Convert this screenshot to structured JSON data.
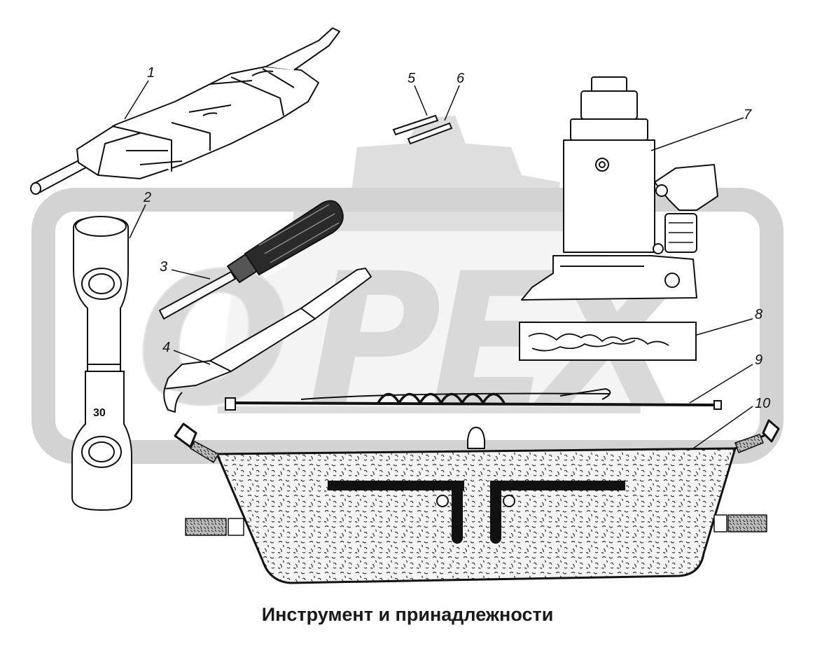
{
  "caption": "Инструмент и принадлежности",
  "watermark": {
    "text": "OPEX",
    "color": "#d6d6d6"
  },
  "stamp_30": "30",
  "callouts": [
    {
      "id": "1",
      "label": "1"
    },
    {
      "id": "2",
      "label": "2"
    },
    {
      "id": "3",
      "label": "3"
    },
    {
      "id": "4",
      "label": "4"
    },
    {
      "id": "5",
      "label": "5"
    },
    {
      "id": "6",
      "label": "6"
    },
    {
      "id": "7",
      "label": "7"
    },
    {
      "id": "8",
      "label": "8"
    },
    {
      "id": "9",
      "label": "9"
    },
    {
      "id": "10",
      "label": "10"
    }
  ],
  "colors": {
    "ink": "#111111",
    "bag_fill": "#f2f2f2",
    "watermark": "#d6d6d6"
  }
}
